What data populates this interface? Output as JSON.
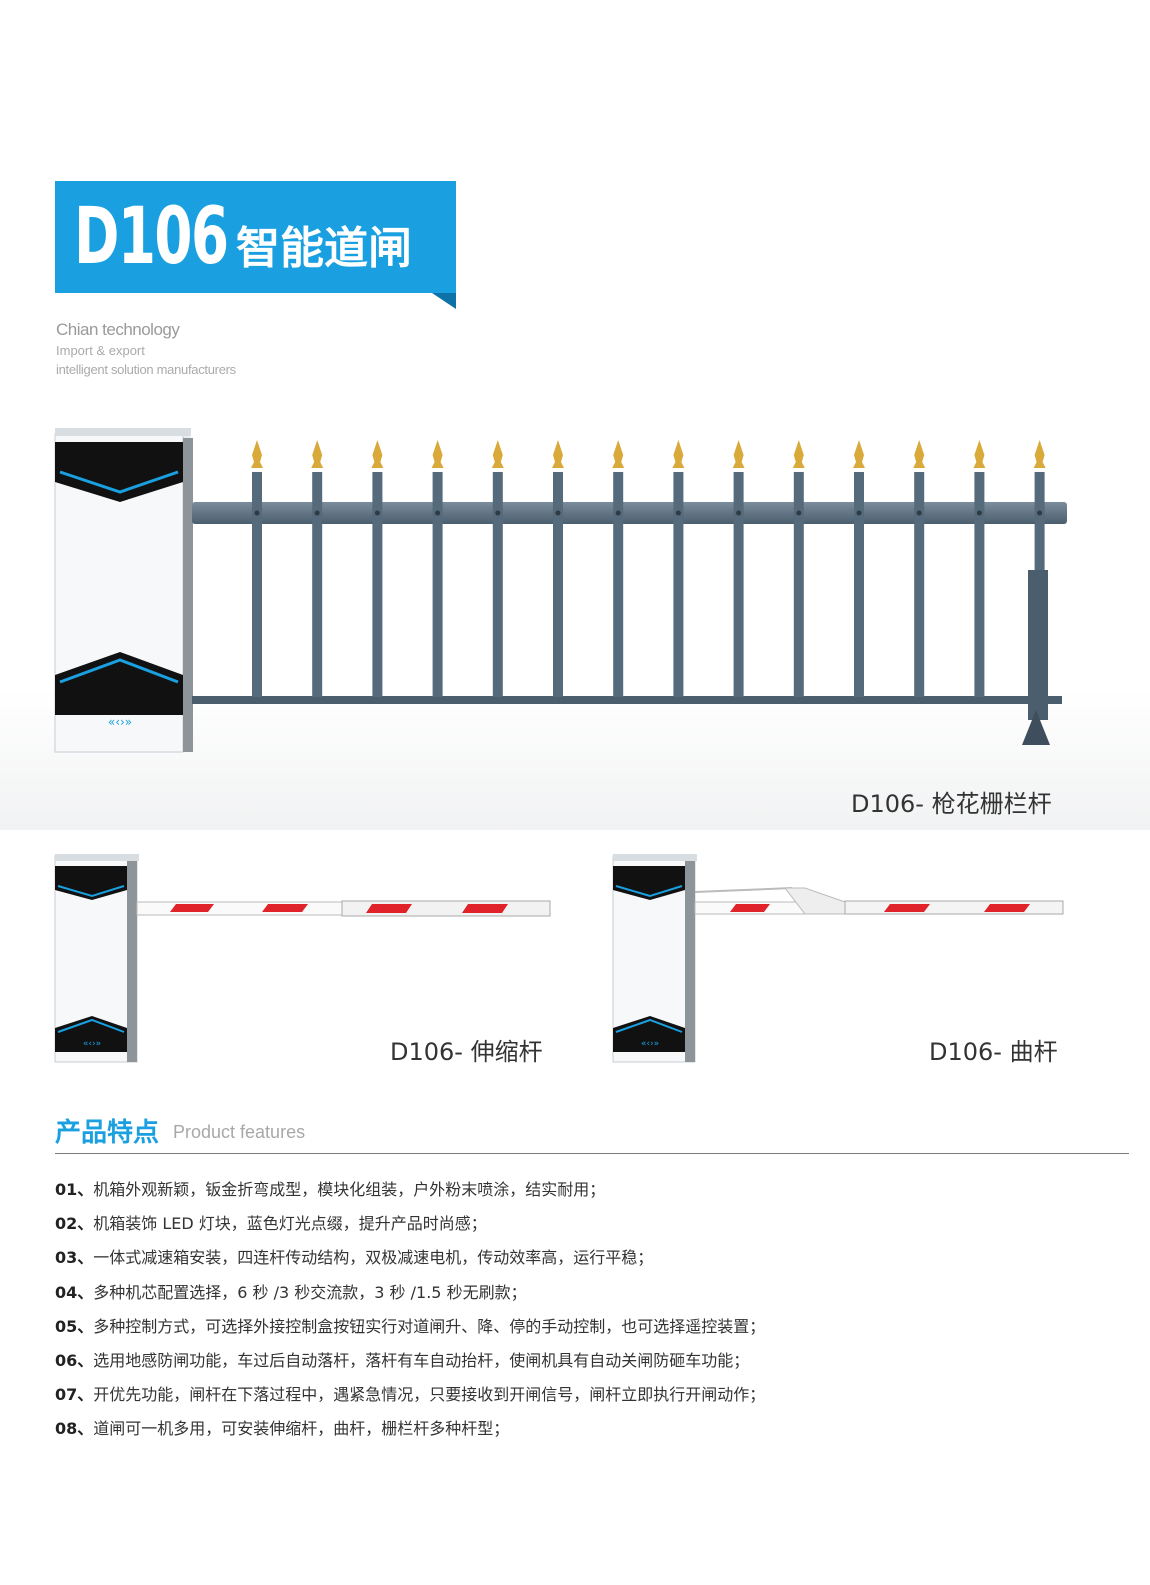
{
  "header": {
    "model": "D106",
    "title": "智能道闸"
  },
  "company": {
    "line1": "Chian technology",
    "line2": "Import & export",
    "line3": "intelligent solution manufacturers"
  },
  "products": [
    {
      "caption": "D106- 枪花栅栏杆"
    },
    {
      "caption": "D106- 伸缩杆"
    },
    {
      "caption": "D106- 曲杆"
    }
  ],
  "features": {
    "title_cn": "产品特点",
    "title_en": "Product features",
    "items": [
      {
        "num": "01、",
        "text": "机箱外观新颖，钣金折弯成型，模块化组装，户外粉末喷涂，结实耐用；"
      },
      {
        "num": "02、",
        "text": "机箱装饰 LED 灯块，蓝色灯光点缀，提升产品时尚感；"
      },
      {
        "num": "03、",
        "text": "一体式减速箱安装，四连杆传动结构，双极减速电机，传动效率高，运行平稳；"
      },
      {
        "num": "04、",
        "text": "多种机芯配置选择，6 秒 /3 秒交流款，3 秒 /1.5 秒无刷款；"
      },
      {
        "num": "05、",
        "text": "多种控制方式，可选择外接控制盒按钮实行对道闸升、降、停的手动控制，也可选择遥控装置；"
      },
      {
        "num": "06、",
        "text": "选用地感防闸功能，车过后自动落杆，落杆有车自动抬杆，使闸机具有自动关闸防砸车功能；"
      },
      {
        "num": "07、",
        "text": "开优先功能，闸杆在下落过程中，遇紧急情况，只要接收到开闸信号，闸杆立即执行开闸动作；"
      },
      {
        "num": "08、",
        "text": "道闸可一机多用，可安装伸缩杆，曲杆，栅栏杆多种杆型；"
      }
    ]
  },
  "colors": {
    "accent": "#1aa0e0",
    "fence": "#5a6f80",
    "stripe": "#e0232a",
    "spike": "#d9a93a"
  }
}
